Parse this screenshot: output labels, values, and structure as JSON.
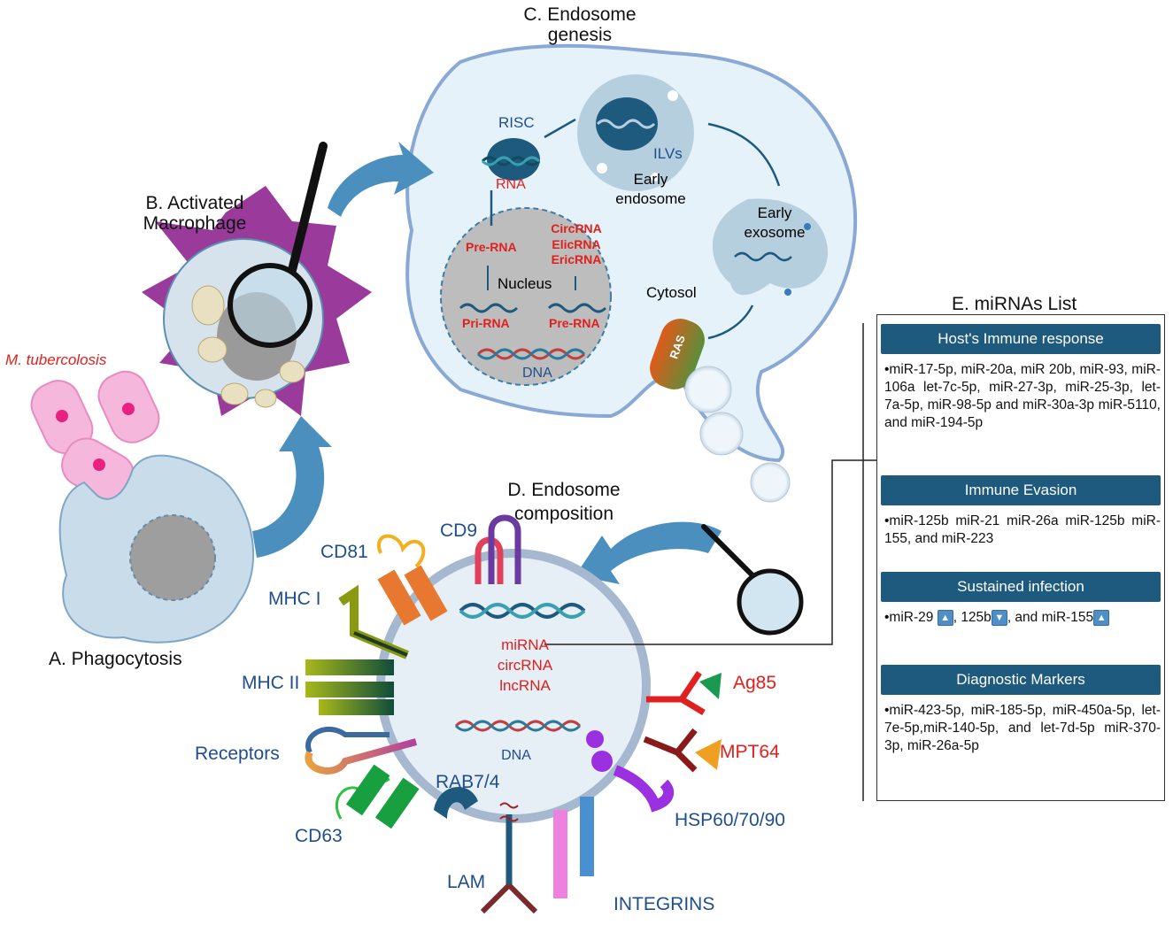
{
  "labels": {
    "endosome_genesis_title": "C. Endosome genesis",
    "activated_macrophage": "B. Activated Macrophage",
    "mtb": "M. tubercolosis",
    "phagocytosis": "A. Phagocytosis",
    "risc": "RISC",
    "rna": "RNA",
    "ilvs": "ILVs",
    "early_endosome": "Early endosome",
    "early_exosome": "Early exosome",
    "cytosol": "Cytosol",
    "ras": "RAS",
    "pre_rna_left": "Pre-RNA",
    "circ_list": "CircRNA ElicRNA EricRNA",
    "nucleus": "Nucleus",
    "pri_rna": "Pri-RNA",
    "pre_rna_right": "Pre-RNA",
    "dna_nucleus": "DNA",
    "endosome_composition": "D. Endosome composition",
    "cd9": "CD9",
    "cd81": "CD81",
    "mhc1": "MHC I",
    "mhc2": "MHC II",
    "receptors": "Receptors",
    "cd63": "CD63",
    "rab": "RAB7/4",
    "lam": "LAM",
    "integrins": "INTEGRINS",
    "hsp": "HSP60/70/90",
    "ag85": "Ag85",
    "mpt64": "MPT64",
    "mirna": "miRNA",
    "circrna": "circRNA",
    "lncrna": "lncRNA",
    "dna_vesicle": "DNA"
  },
  "mirna_panel": {
    "title": "E. miRNAs List",
    "sections": [
      {
        "heading": "Host's Immune response",
        "text": "•miR-17-5p, miR-20a, miR 20b, miR-93, miR-106a let-7c-5p, miR-27-3p, miR-25-3p, let-7a-5p, miR-98-5p and miR-30a-3p miR-5110, and miR-194-5p"
      },
      {
        "heading": "Immune Evasion",
        "text": "•miR-125b miR-21 miR-26a miR-125b miR-155, and miR-223"
      },
      {
        "heading": "Sustained infection",
        "text_a": "•miR-29",
        "text_b": ", 125b",
        "text_c": ", and miR-155"
      },
      {
        "heading": "Diagnostic Markers",
        "text": "•miR-423-5p, miR-185-5p, miR-450a-5p, let-7e-5p,miR-140-5p, and let-7d-5p miR-370-3p, miR-26a-5p"
      }
    ],
    "up_icon": "up-arrow-icon",
    "down_icon": "down-arrow-icon"
  },
  "colors": {
    "panel_header": "#1e5a7e",
    "label_red": "#e0201b",
    "label_blue": "#1f4e8c",
    "cell_fill": "#e6f2fa",
    "arrow_blue": "#4a8fbe"
  }
}
